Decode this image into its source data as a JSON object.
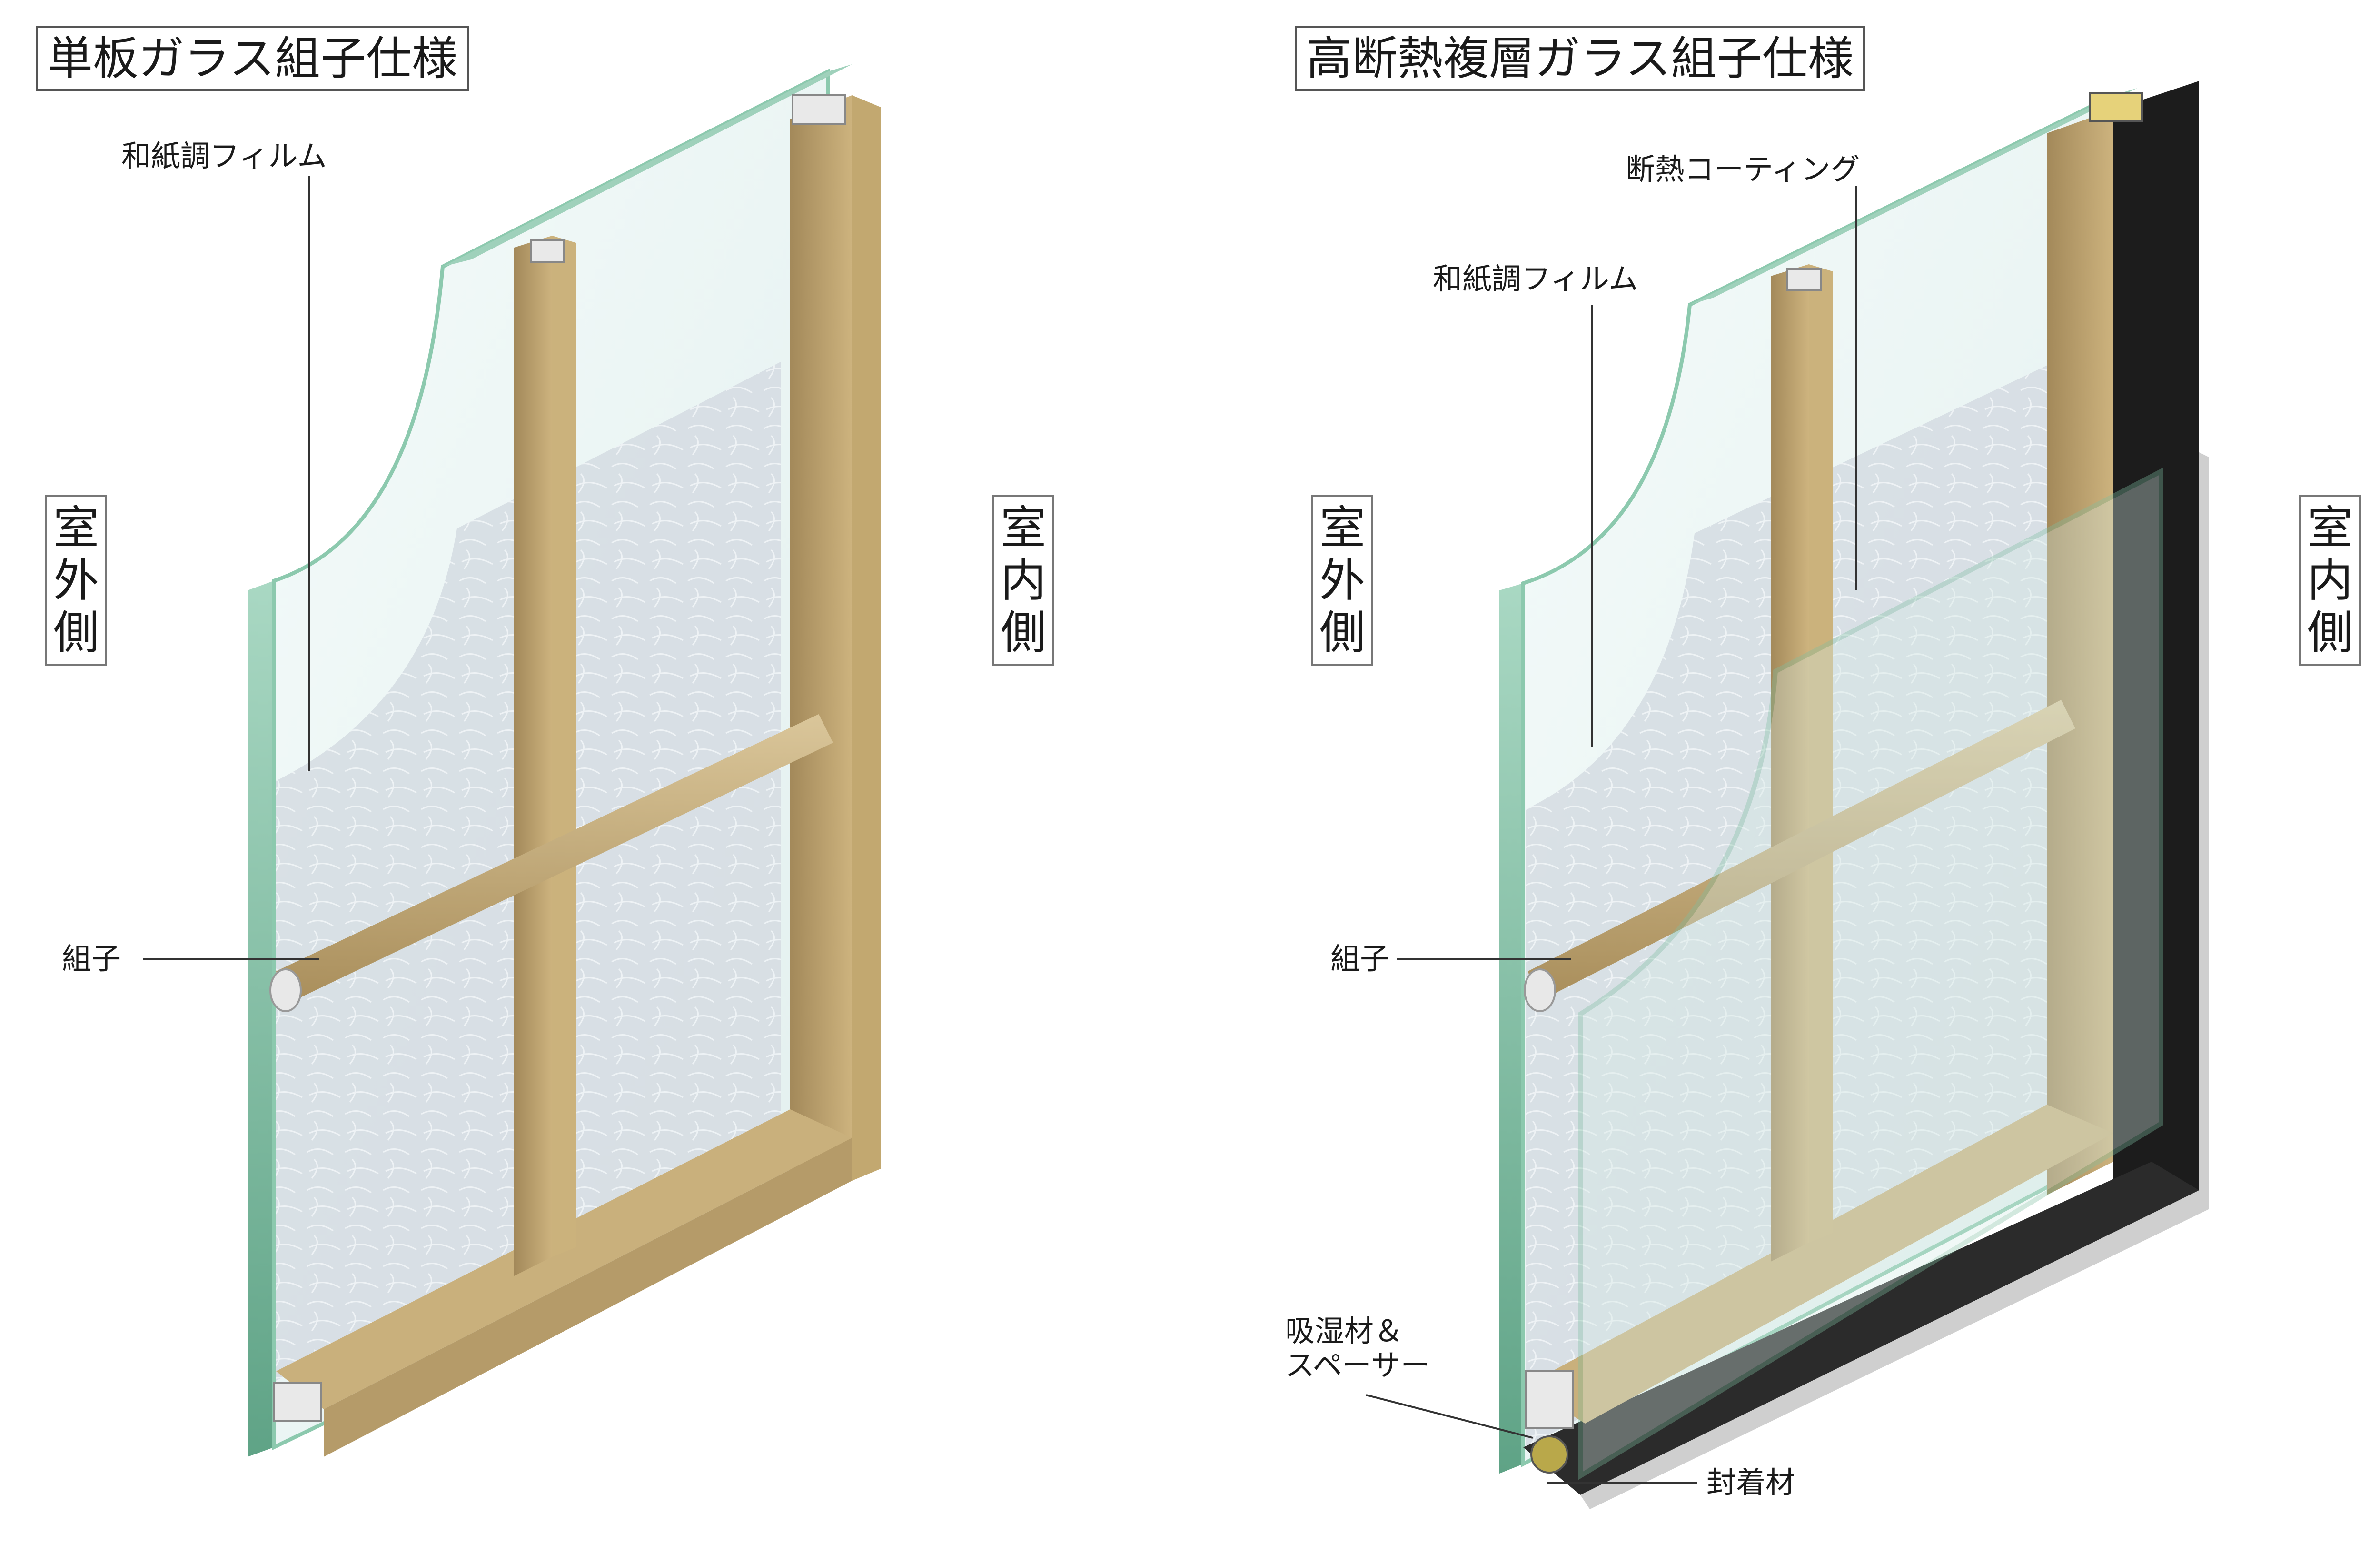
{
  "panels": [
    {
      "title": "単板ガラス組子仕様",
      "outside_label": [
        "室",
        "外",
        "側"
      ],
      "inside_label": [
        "室",
        "内",
        "側"
      ],
      "callouts": {
        "film": "和紙調フィルム",
        "kumiko": "組子"
      }
    },
    {
      "title": "高断熱複層ガラス組子仕様",
      "outside_label": [
        "室",
        "外",
        "側"
      ],
      "inside_label": [
        "室",
        "内",
        "側"
      ],
      "callouts": {
        "coating": "断熱コーティング",
        "film": "和紙調フィルム",
        "kumiko": "組子",
        "desiccant_line1": "吸湿材＆",
        "desiccant_line2": "スペーサー",
        "sealant": "封着材"
      }
    }
  ],
  "colors": {
    "glass_edge": "#7fbfa2",
    "glass_face": "#e8f3f2",
    "washi": "#d9dee3",
    "frame_light": "#c7ae78",
    "frame_dark": "#a48a58",
    "sealant": "#222222",
    "spacer": "#cfcfcf",
    "desiccant": "#b9a84a"
  }
}
